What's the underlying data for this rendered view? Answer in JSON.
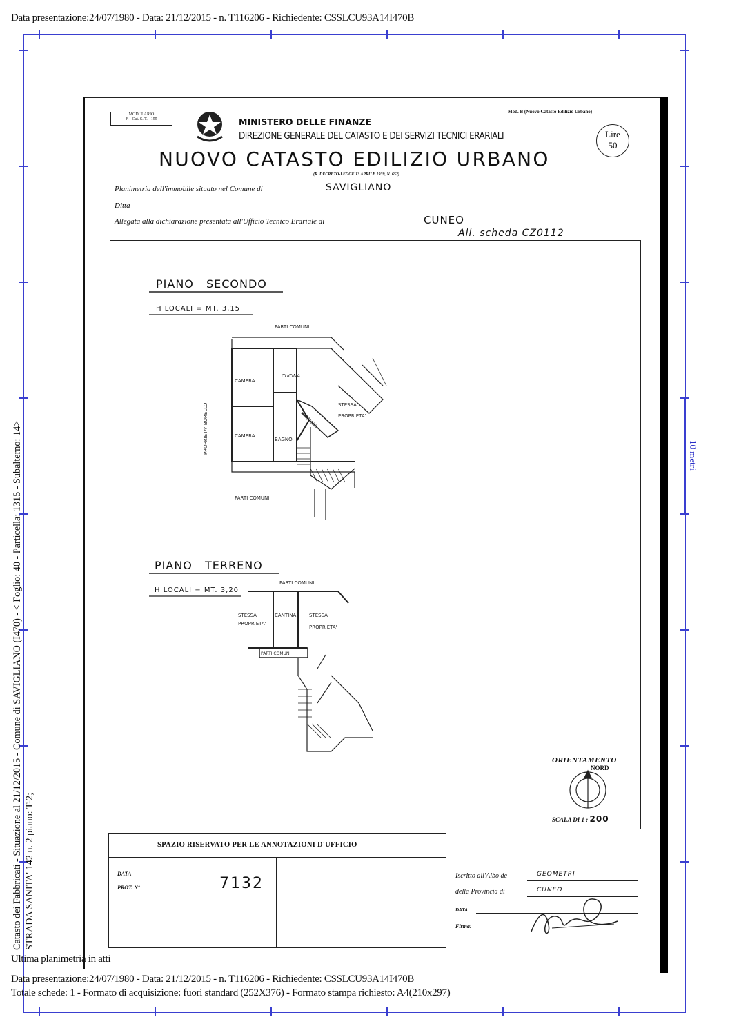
{
  "header": {
    "top_line": "Data presentazione:24/07/1980 - Data: 21/12/2015 - n. T116206 - Richiedente: CSSLCU93A14I470B"
  },
  "side_text": {
    "left_line1": "Catasto dei Fabbricati - Situazione al 21/12/2015 - Comune di SAVIGLIANO (I470) - < Foglio: 40 - Particella: 1315 - Subalterno: 14>",
    "left_line2": "STRADA SANITA' 142 n. 2 piano: T-2;",
    "right_scale": "10 metri"
  },
  "form": {
    "modulario": "MODULARIO\nF. - Cat. S. T. - 155",
    "mod_ref": "Mod. B (Nuovo Catasto Edilizio Urbano)",
    "ministry": "MINISTERO DELLE FINANZE",
    "direzione": "DIREZIONE GENERALE DEL CATASTO E DEI SERVIZI TECNICI ERARIALI",
    "title": "NUOVO CATASTO EDILIZIO URBANO",
    "decree": "(R. DECRETO-LEGGE 13 APRILE 1939, N. 652)",
    "lire_label": "Lire",
    "lire_value": "50",
    "planimetria_label": "Planimetria dell'immobile situato nel Comune di",
    "comune": "SAVIGLIANO",
    "ditta_label": "Ditta",
    "allegata_label": "Allegata alla dichiarazione presentata all'Ufficio Tecnico Erariale di",
    "ufficio": "CUNEO",
    "scheda": "All. scheda CZ0112"
  },
  "plan": {
    "secondo_title": "PIANO SECONDO",
    "secondo_height": "H LOCALI = MT. 3,15",
    "parti_comuni": "PARTI COMUNI",
    "camera": "CAMERA",
    "cucina": "CUCINA",
    "bagno": "BAGNO",
    "stessa_proprieta": "STESSA PROPRIETA'",
    "proprieta_borello": "PROPRIETA' BORELLO",
    "ingresso": "INGRESSO",
    "terreno_title": "PIANO TERRENO",
    "terreno_height": "H LOCALI = MT. 3,20",
    "cantina": "CANTINA",
    "orientamento": "ORIENTAMENTO",
    "nord": "NORD",
    "scala_label": "SCALA DI 1 : ",
    "scala_value": "200"
  },
  "office": {
    "title": "SPAZIO RISERVATO PER LE ANNOTAZIONI D'UFFICIO",
    "data_label": "DATA",
    "prot_label": "PROT. N°",
    "prot_value": "7132",
    "iscritto_label": "Iscritto all'Albo de",
    "iscritto_value": "GEOMETRI",
    "provincia_label": "della Provincia di",
    "provincia_value": "CUNEO",
    "data2_label": "DATA",
    "firma_label": "Firma:"
  },
  "footer": {
    "ultima": "Ultima planimetria in atti",
    "line1": "Data presentazione:24/07/1980 - Data: 21/12/2015 - n. T116206 - Richiedente: CSSLCU93A14I470B",
    "line2": "Totale schede: 1 - Formato di acquisizione: fuori standard (252X376) - Formato stampa richiesto: A4(210x297)"
  }
}
